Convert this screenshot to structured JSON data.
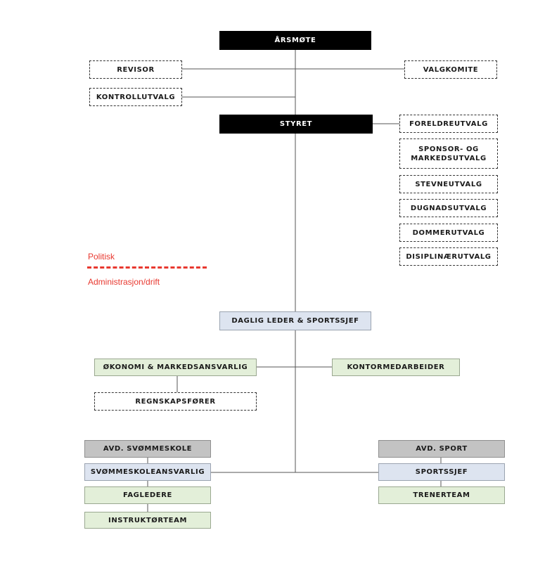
{
  "nodes": {
    "arsmote": "ÅRSMØTE",
    "revisor": "REVISOR",
    "valgkomite": "VALGKOMITE",
    "kontrollutvalg": "KONTROLLUTVALG",
    "styret": "STYRET",
    "foreldreutvalg": "FORELDREUTVALG",
    "sponsor_line1": "SPONSOR- OG",
    "sponsor_line2": "MARKEDSUTVALG",
    "stevneutvalg": "STEVNEUTVALG",
    "dugnadsutvalg": "DUGNADSUTVALG",
    "dommerutvalg": "DOMMERUTVALG",
    "disiplinaerutvalg": "DISIPLINÆRUTVALG",
    "daglig_leder": "DAGLIG LEDER & SPORTSSJEF",
    "okonomi": "ØKONOMI & MARKEDSANSVARLIG",
    "kontormedarbeider": "KONTORMEDARBEIDER",
    "regnskapsforer": "REGNSKAPSFØRER",
    "avd_svommeskole": "AVD. SVØMMESKOLE",
    "svommeskoleansvarlig": "SVØMMESKOLEANSVARLIG",
    "fagledere": "FAGLEDERE",
    "instruktorteam": "INSTRUKTØRTEAM",
    "avd_sport": "AVD. SPORT",
    "sportssjef": "SPORTSSJEF",
    "trenerteam": "TRENERTEAM"
  },
  "legend": {
    "politisk": "Politisk",
    "administrasjon": "Administrasjon/drift"
  },
  "colors": {
    "black_box": "#000000",
    "blue_box": "#dde4f0",
    "green_box": "#e3efd9",
    "grey_box": "#c3c3c3",
    "legend_red": "#e8382f",
    "line": "#555555"
  }
}
